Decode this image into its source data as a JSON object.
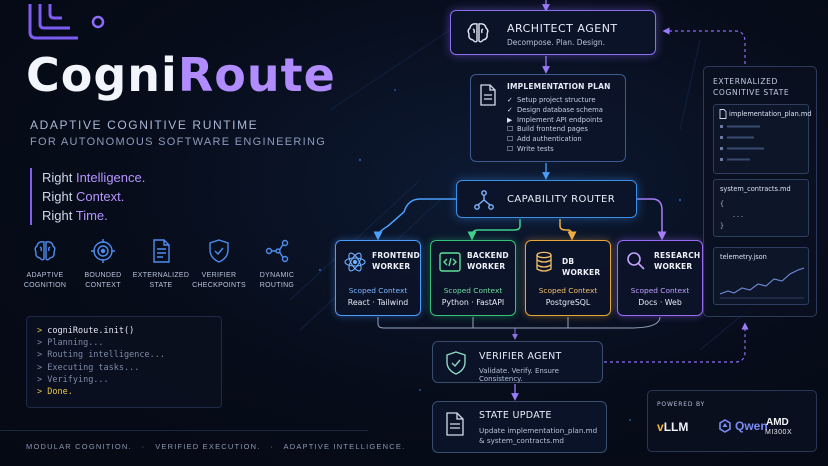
{
  "brand": {
    "part1": "Cogni",
    "part2": "Route"
  },
  "tagline1": "ADAPTIVE COGNITIVE RUNTIME",
  "tagline2": "FOR AUTONOMOUS SOFTWARE ENGINEERING",
  "rights": [
    {
      "prefix": "Right ",
      "highlight": "Intelligence."
    },
    {
      "prefix": "Right ",
      "highlight": "Context."
    },
    {
      "prefix": "Right ",
      "highlight": "Time."
    }
  ],
  "features": [
    {
      "line1": "ADAPTIVE",
      "line2": "COGNITION",
      "icon": "brain-icon"
    },
    {
      "line1": "BOUNDED",
      "line2": "CONTEXT",
      "icon": "target-icon"
    },
    {
      "line1": "EXTERNALIZED",
      "line2": "STATE",
      "icon": "document-icon"
    },
    {
      "line1": "VERIFIER",
      "line2": "CHECKPOINTS",
      "icon": "shield-check-icon"
    },
    {
      "line1": "DYNAMIC",
      "line2": "ROUTING",
      "icon": "routing-icon"
    }
  ],
  "terminal": {
    "lines": [
      "cogniRoute.init()",
      "Planning...",
      "Routing intelligence...",
      "Executing tasks...",
      "Verifying...",
      "Done."
    ]
  },
  "footer": {
    "items": [
      "MODULAR COGNITION.",
      "VERIFIED EXECUTION.",
      "ADAPTIVE INTELLIGENCE."
    ],
    "separator": "·"
  },
  "architect": {
    "title": "ARCHITECT AGENT",
    "subtitle": "Decompose. Plan. Design."
  },
  "plan": {
    "title": "IMPLEMENTATION PLAN",
    "items": [
      {
        "mark": "✓",
        "text": "Setup project structure"
      },
      {
        "mark": "✓",
        "text": "Design database schema"
      },
      {
        "mark": "▶",
        "text": "Implement API endpoints"
      },
      {
        "mark": "☐",
        "text": "Build frontend pages"
      },
      {
        "mark": "☐",
        "text": "Add authentication"
      },
      {
        "mark": "☐",
        "text": "Write tests"
      }
    ]
  },
  "router": {
    "title": "CAPABILITY ROUTER"
  },
  "workers": [
    {
      "line1": "FRONTEND",
      "line2": "WORKER",
      "context": "Scoped Context",
      "tech": "React · Tailwind",
      "icon": "react-icon"
    },
    {
      "line1": "BACKEND",
      "line2": "WORKER",
      "context": "Scoped Context",
      "tech": "Python · FastAPI",
      "icon": "code-icon"
    },
    {
      "line1": "DB WORKER",
      "line2": "",
      "context": "Scoped Context",
      "tech": "PostgreSQL",
      "icon": "database-icon"
    },
    {
      "line1": "RESEARCH",
      "line2": "WORKER",
      "context": "Scoped Context",
      "tech": "Docs · Web",
      "icon": "search-icon"
    }
  ],
  "verifier": {
    "title": "VERIFIER AGENT",
    "subtitle": "Validate. Verify. Ensure Consistency."
  },
  "state_update": {
    "title": "STATE UPDATE",
    "line1": "Update implementation_plan.md",
    "line2": "& system_contracts.md"
  },
  "externalized": {
    "title1": "EXTERNALIZED",
    "title2": "COGNITIVE STATE",
    "files": [
      {
        "name": "implementation_plan.md"
      },
      {
        "name": "system_contracts.md",
        "body1": "{",
        "body2": "...",
        "body3": "}"
      },
      {
        "name": "telemetry.json"
      }
    ]
  },
  "powered": {
    "label": "POWERED BY",
    "vllm_v": "v",
    "vllm_rest": "LLM",
    "qwen": "Qwen",
    "amd": "AMD",
    "amd_model": "MI300X"
  },
  "colors": {
    "accent_purple": "#8b6cf5",
    "router_blue": "#3a8fe8",
    "frontend_blue": "#4a9dfc",
    "backend_green": "#34c27a",
    "db_orange": "#e8a63a",
    "research_purple": "#9a6af5",
    "terminal_yellow": "#e8c84a"
  }
}
